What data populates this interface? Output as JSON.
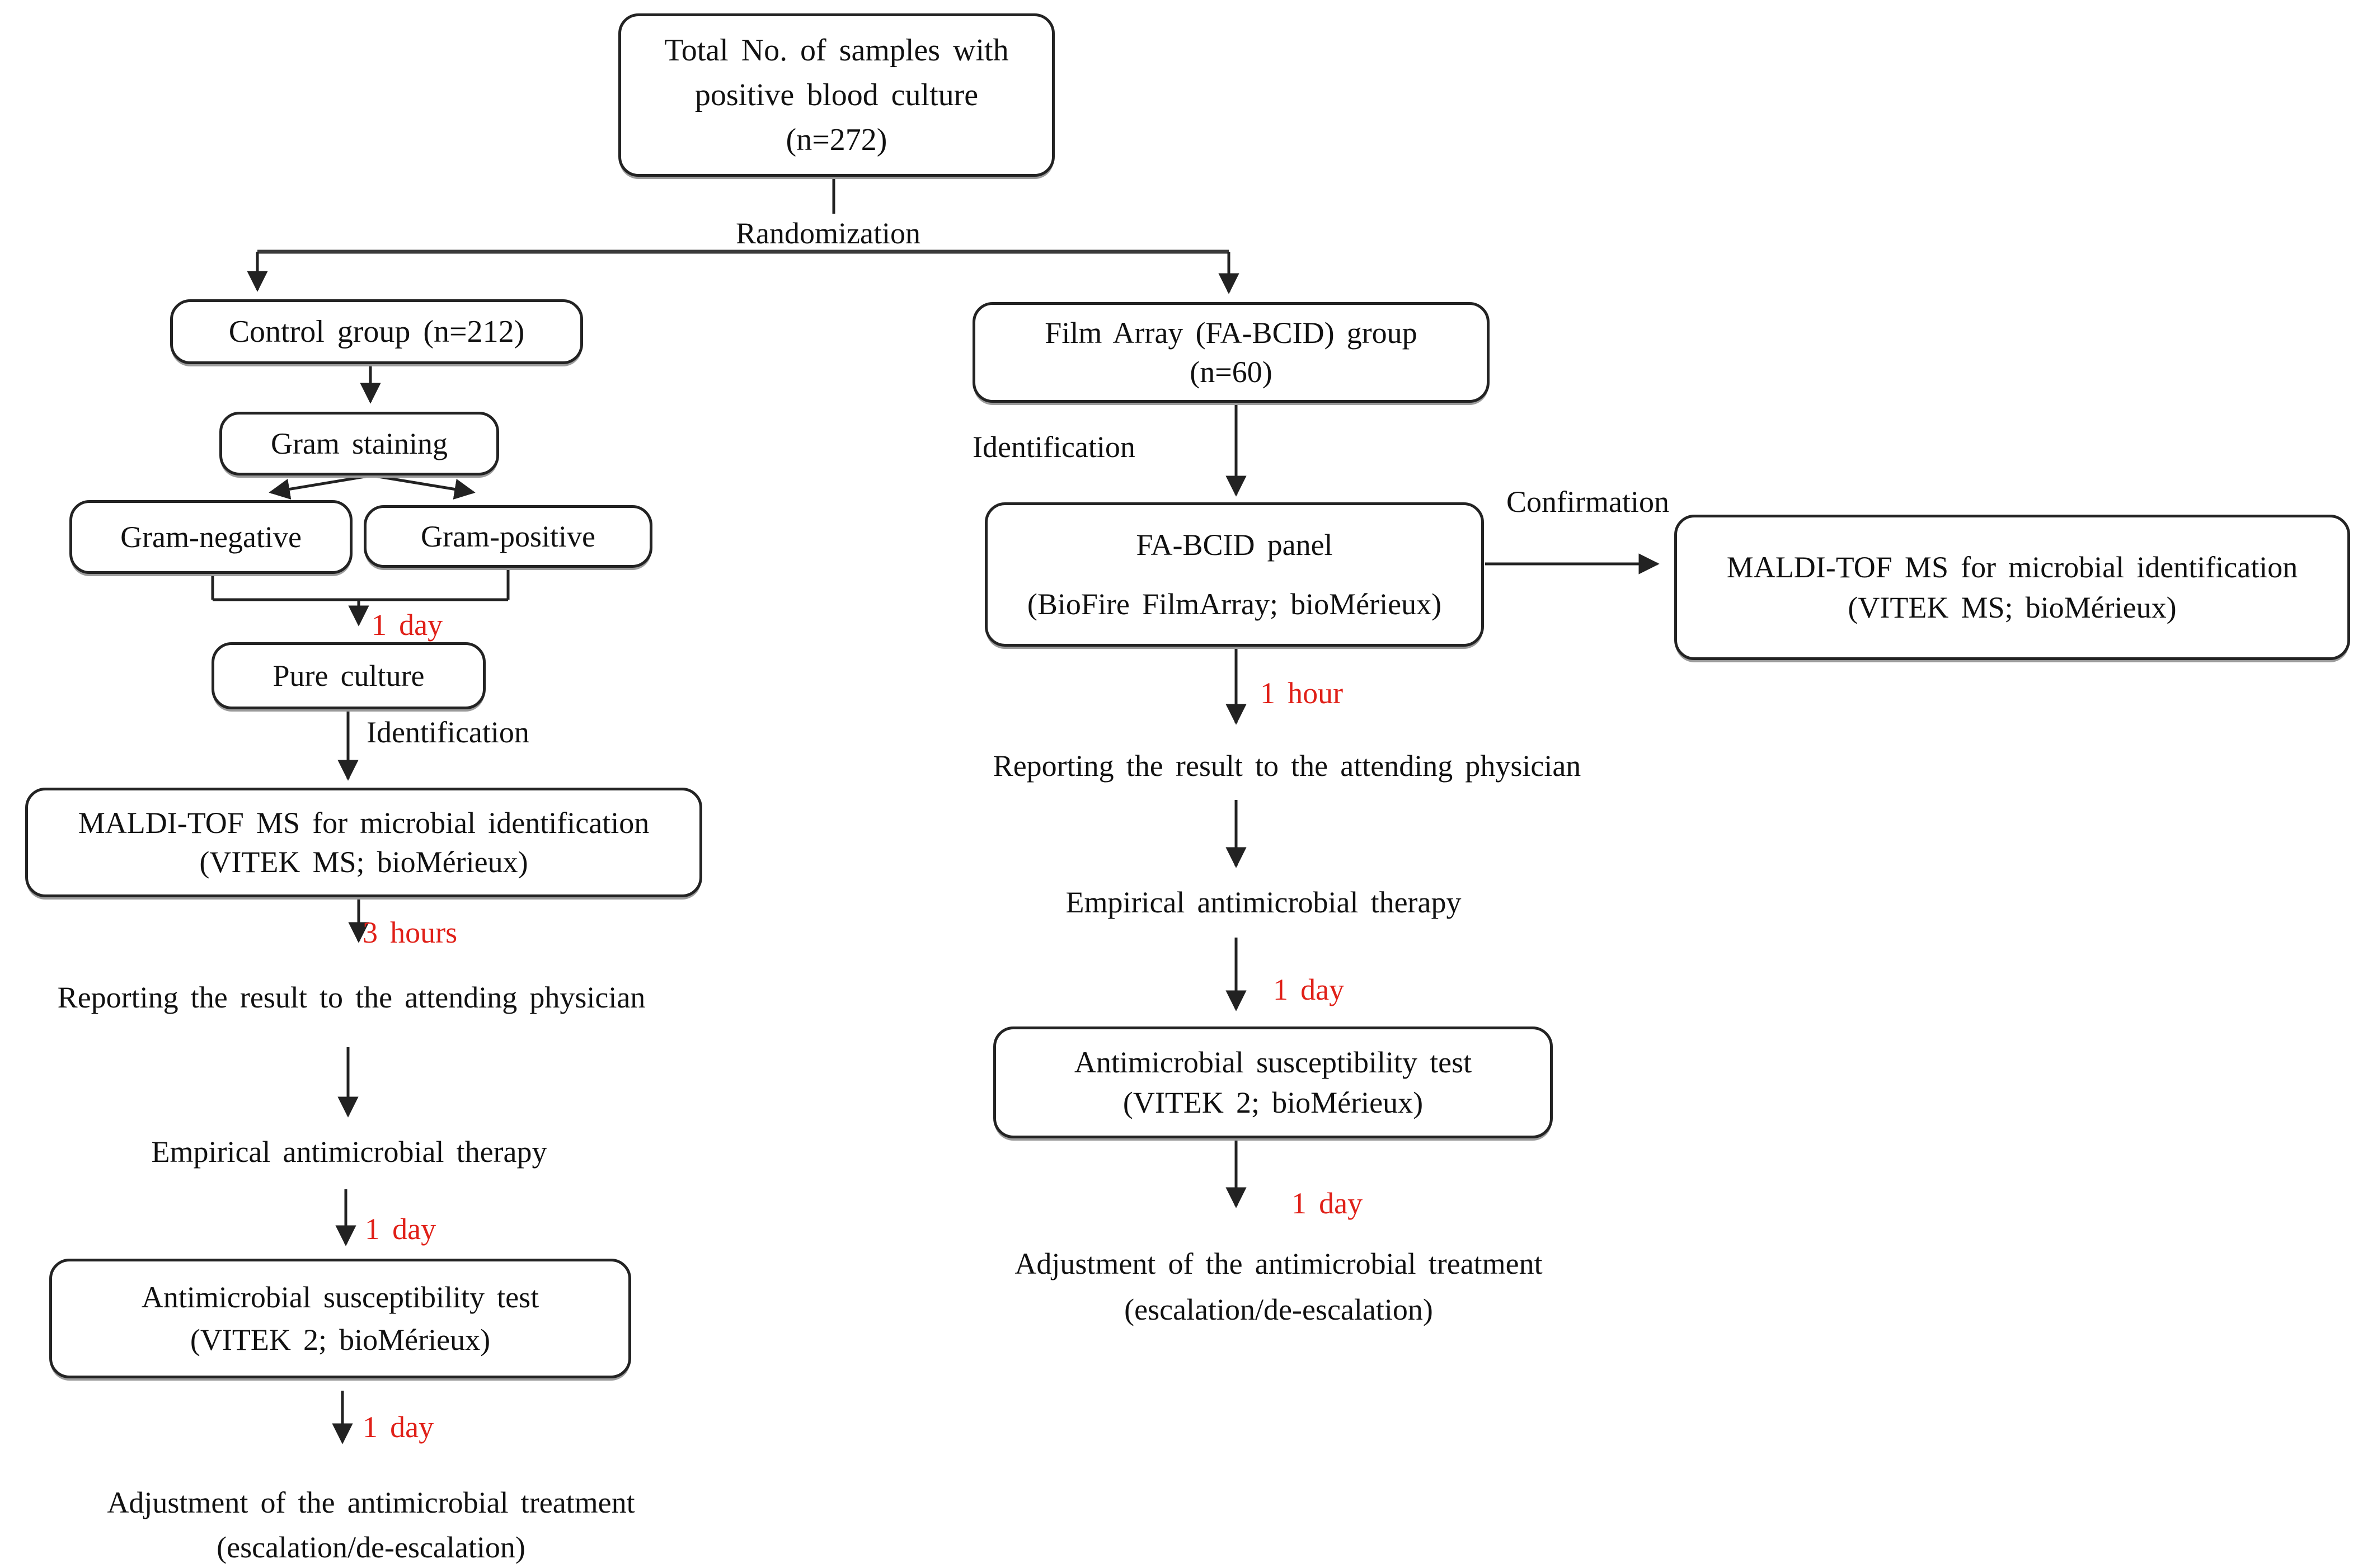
{
  "colors": {
    "accent_red": "#e02018",
    "line_black": "#222222"
  },
  "flowchart": {
    "top_box": {
      "line1": "Total No. of samples with",
      "line2": "positive blood culture",
      "line3": "(n=272)"
    },
    "randomization_label": "Randomization",
    "left_branch": {
      "control_box": "Control group (n=212)",
      "gram_staining_box": "Gram staining",
      "gram_negative_box": "Gram-negative",
      "gram_positive_box": "Gram-positive",
      "delay_pure_culture": "1 day",
      "pure_culture_box": "Pure culture",
      "identification_label": "Identification",
      "maldi_box": {
        "line1": "MALDI-TOF MS for microbial identification",
        "line2": "(VITEK MS; bioMérieux)"
      },
      "delay_reporting": "3 hours",
      "reporting_label": "Reporting the result to the attending physician",
      "empirical_label": "Empirical antimicrobial therapy",
      "delay_ast": "1 day",
      "ast_box": {
        "line1": "Antimicrobial susceptibility test",
        "line2": "(VITEK 2; bioMérieux)"
      },
      "delay_adjustment": "1 day",
      "adjustment": {
        "line1": "Adjustment of the antimicrobial treatment",
        "line2": "(escalation/de-escalation)"
      }
    },
    "right_branch": {
      "group_box": {
        "line1": "Film Array (FA-BCID) group",
        "line2": "(n=60)"
      },
      "identification_label": "Identification",
      "panel_box": {
        "line1": "FA-BCID panel",
        "line2": "(BioFire FilmArray; bioMérieux)"
      },
      "confirmation_label": "Confirmation",
      "maldi_box": {
        "line1": "MALDI-TOF MS for microbial identification",
        "line2": "(VITEK MS; bioMérieux)"
      },
      "delay_reporting": "1 hour",
      "reporting_label": "Reporting the result to the attending physician",
      "empirical_label": "Empirical antimicrobial therapy",
      "delay_ast": "1 day",
      "ast_box": {
        "line1": "Antimicrobial susceptibility test",
        "line2": "(VITEK 2; bioMérieux)"
      },
      "delay_adjustment": "1 day",
      "adjustment": {
        "line1": "Adjustment of the antimicrobial treatment",
        "line2": "(escalation/de-escalation)"
      }
    }
  }
}
